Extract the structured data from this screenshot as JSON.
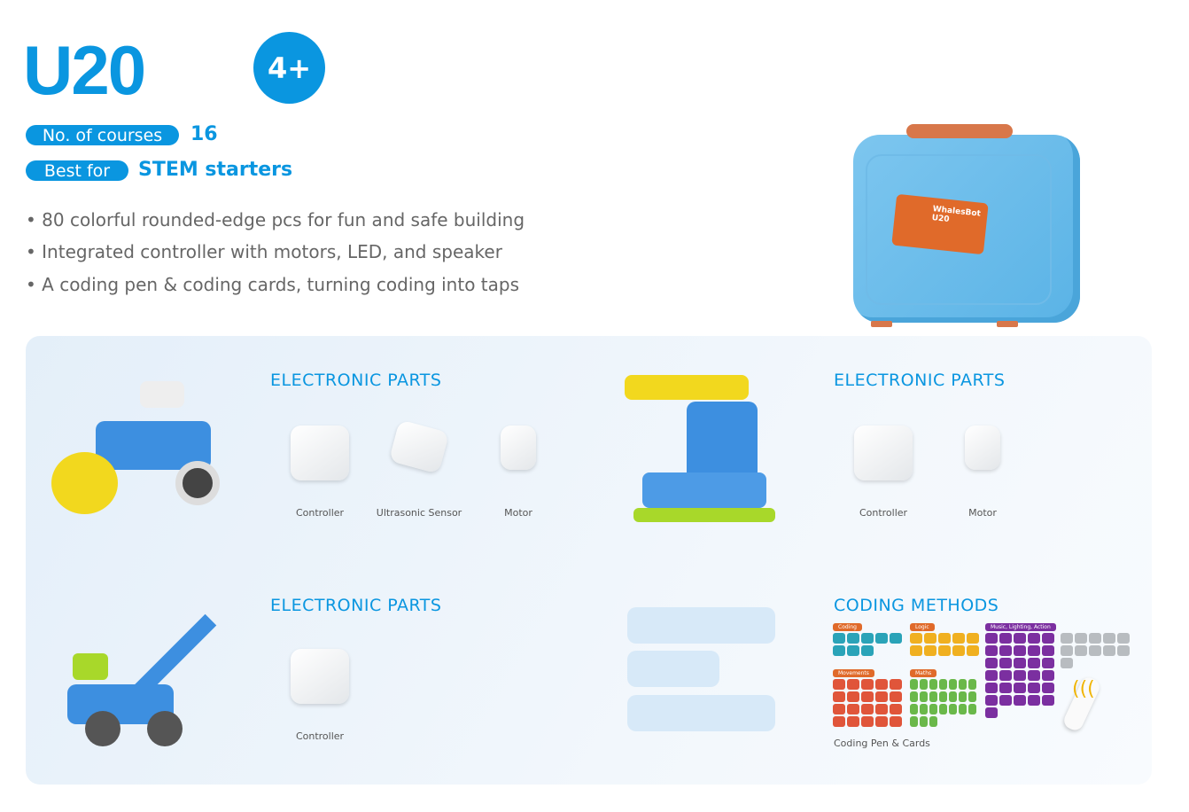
{
  "header": {
    "title": "U20",
    "age": "4+"
  },
  "specs": [
    {
      "label": "No. of courses",
      "value": "16"
    },
    {
      "label": "Best for",
      "value": "STEM starters"
    }
  ],
  "features": [
    "• 80 colorful rounded-edge pcs for fun and safe building",
    "• Integrated controller with motors, LED, and speaker",
    "• A coding pen & coding cards, turning coding into taps"
  ],
  "case_label": "WhalesBot U20",
  "sections": [
    {
      "title": "ELECTRONIC PARTS",
      "parts": [
        "Controller",
        "Ultrasonic Sensor",
        "Motor"
      ]
    },
    {
      "title": "ELECTRONIC PARTS",
      "parts": [
        "Controller",
        "Motor"
      ]
    },
    {
      "title": "ELECTRONIC PARTS",
      "parts": [
        "Controller"
      ]
    },
    {
      "title": "CODING METHODS",
      "caption": "Coding Pen & Cards",
      "card_groups": [
        "Coding",
        "Logic",
        "Music, Lighting, Action",
        "Movements",
        "Maths"
      ]
    }
  ],
  "colors": {
    "accent": "#0a96e0",
    "panel": "#e8f2fb"
  }
}
